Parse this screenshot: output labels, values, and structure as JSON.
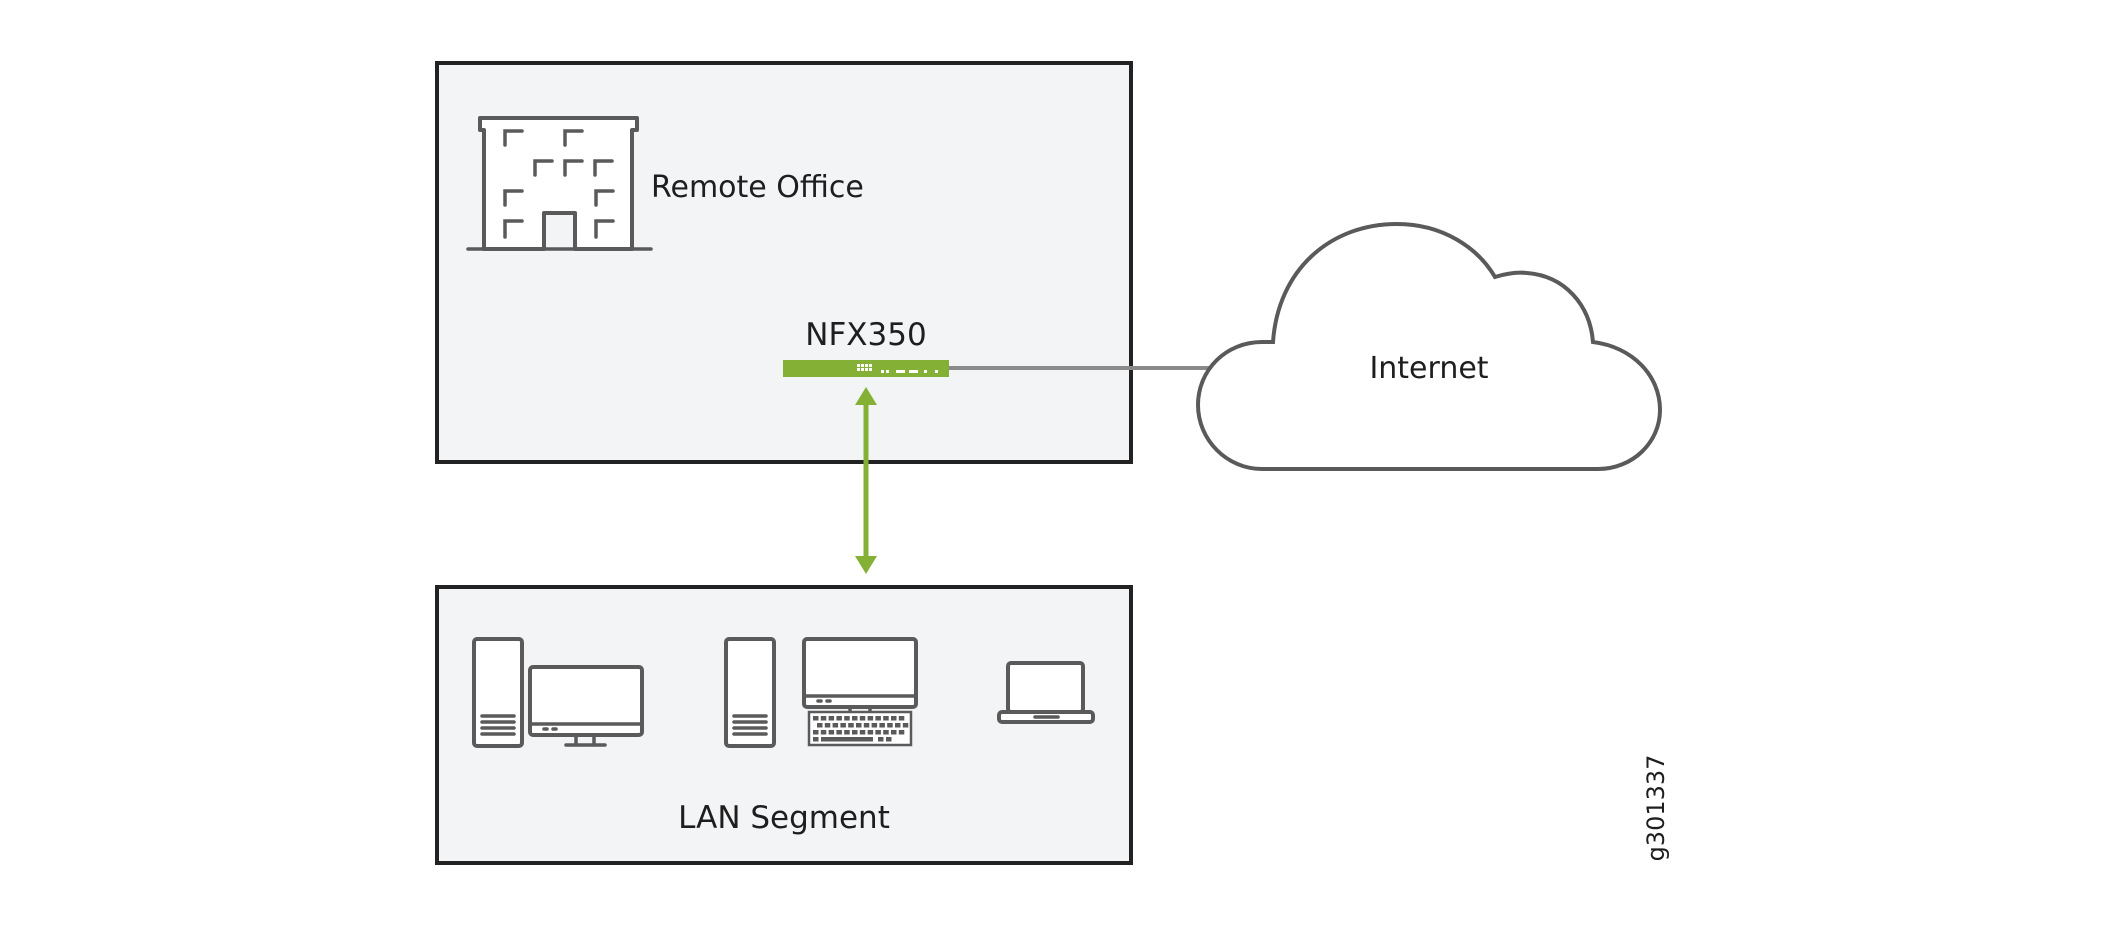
{
  "diagram": {
    "remote_office": {
      "label": "Remote Office",
      "device": {
        "label": "NFX350"
      }
    },
    "internet": {
      "label": "Internet"
    },
    "lan_segment": {
      "label": "LAN Segment"
    },
    "figure_id": "g301337",
    "connections": [
      {
        "from": "NFX350",
        "to": "Internet",
        "style": "gray-line"
      },
      {
        "from": "NFX350",
        "to": "LAN Segment",
        "style": "green-bidirectional-arrow"
      }
    ],
    "lan_devices": [
      "desktop-tower-with-monitor",
      "desktop-tower-with-monitor-and-keyboard",
      "laptop"
    ],
    "colors": {
      "box_fill": "#f3f4f6",
      "box_border": "#222222",
      "icon_stroke": "#5a5a5a",
      "device_green": "#84b135",
      "link_gray": "#8a8a8a"
    }
  }
}
